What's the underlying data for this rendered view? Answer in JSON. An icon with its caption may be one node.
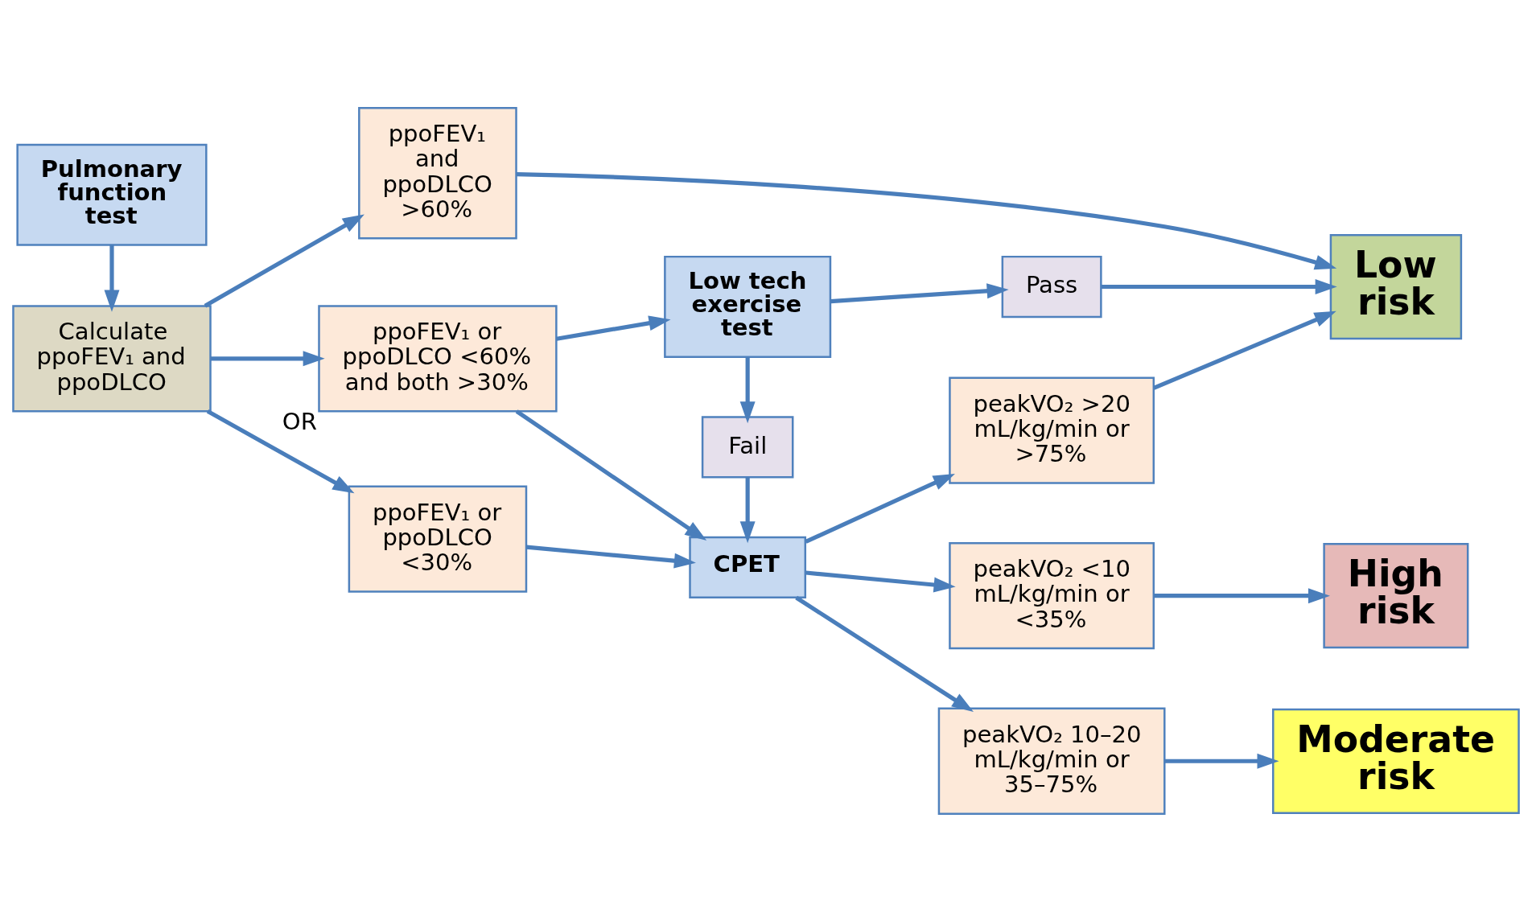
{
  "diagram": {
    "nodes": [
      {
        "text": [
          "Pulmonary function test"
        ]
      },
      {
        "text": [
          "Calculate ppoFEV₁ and ppoDLCO"
        ]
      },
      {
        "text": [
          "ppoFEV₁ or ppoDLCO <30%"
        ]
      },
      {
        "text": [
          "ppoFEV₁ or ppoDLCO <60% and both >30%"
        ],
        "beside": [
          "OR"
        ]
      },
      {
        "text": [
          "ppoFEV₁ and ppoDLCO >60%"
        ]
      },
      {
        "text": [
          "CPET"
        ]
      },
      {
        "text": [
          "Fail"
        ]
      },
      {
        "text": [
          "Low tech exercise test"
        ]
      },
      {
        "text": [
          "Pass"
        ]
      },
      {
        "text": [
          "peakVO₂ <10 mL/kg/min or <35%"
        ]
      },
      {
        "text": [
          "peakVO₂ 10–20 mL/kg/min or 35–75%"
        ]
      },
      {
        "text": [
          "peakVO₂ >20 mL/kg/min or >75%"
        ]
      },
      {
        "text": [
          "High risk"
        ]
      },
      {
        "text": [
          "Moderate risk"
        ]
      },
      {
        "text": [
          "Low risk"
        ]
      }
    ],
    "edges": [
      {
        "from": 0,
        "to": 1,
        "arrow": "to"
      },
      {
        "from": 1,
        "to": 2,
        "arrow": "to"
      },
      {
        "from": 1,
        "to": 3,
        "arrow": "to"
      },
      {
        "from": 1,
        "to": 4,
        "arrow": "to"
      },
      {
        "from": 2,
        "to": 5,
        "arrow": "to"
      },
      {
        "from": 3,
        "to": 5,
        "arrow": "to"
      },
      {
        "from": 3,
        "to": 7,
        "arrow": "to"
      },
      {
        "from": 7,
        "to": 6,
        "arrow": "to"
      },
      {
        "from": 6,
        "to": 5,
        "arrow": "to"
      },
      {
        "from": 7,
        "to": 8,
        "arrow": "to"
      },
      {
        "from": 5,
        "to": 9,
        "arrow": "to"
      },
      {
        "from": 5,
        "to": 10,
        "arrow": "to"
      },
      {
        "from": 5,
        "to": 11,
        "arrow": "to"
      },
      {
        "from": 9,
        "to": 12,
        "arrow": "to"
      },
      {
        "from": 10,
        "to": 13,
        "arrow": "to"
      },
      {
        "from": 11,
        "to": 14,
        "arrow": "to"
      },
      {
        "from": 8,
        "to": 14,
        "arrow": "to"
      },
      {
        "from": 4,
        "to": 14,
        "arrow": "to"
      }
    ]
  }
}
